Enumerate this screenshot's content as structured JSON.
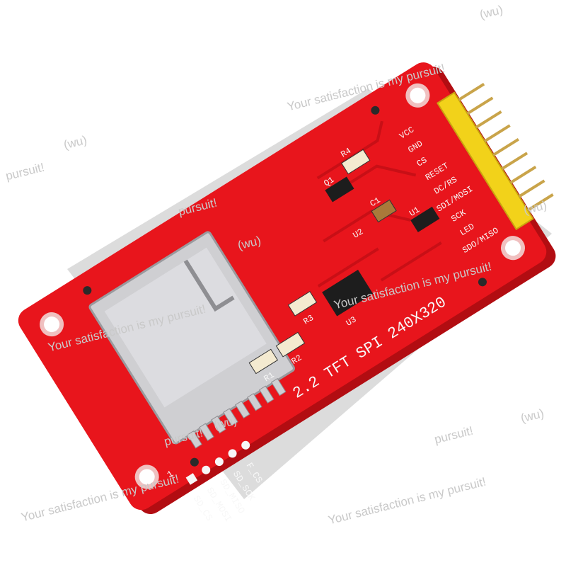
{
  "watermark": {
    "text": "Your satisfaction is my pursuit!",
    "short_text": "pursuit!",
    "author": "(wu)"
  },
  "board": {
    "title_text": "2.2 TFT SPI 240X320",
    "header_pins": [
      "VCC",
      "GND",
      "CS",
      "RESET",
      "DC/RS",
      "SDI/MOSI",
      "SCK",
      "LED",
      "SDO/MISO"
    ],
    "sd_pins": [
      "SD_CS",
      "SD_MOSI",
      "SD_MISO",
      "SD_SCK",
      "F_CS"
    ],
    "sd_pin_one": "1",
    "components": {
      "r1": "R1",
      "r2": "R2",
      "r3": "R3",
      "r4": "R4",
      "q1": "Q1",
      "u1": "U1",
      "u2": "U2",
      "u3": "U3",
      "c1": "C1"
    },
    "colors": {
      "pcb": "#e8151c",
      "pcb_shadow": "#b20d12",
      "silk": "#f7f7f7",
      "header": "#f2d21a",
      "pin": "#c9a44a",
      "sd_metal": "#cfcfd2"
    }
  }
}
